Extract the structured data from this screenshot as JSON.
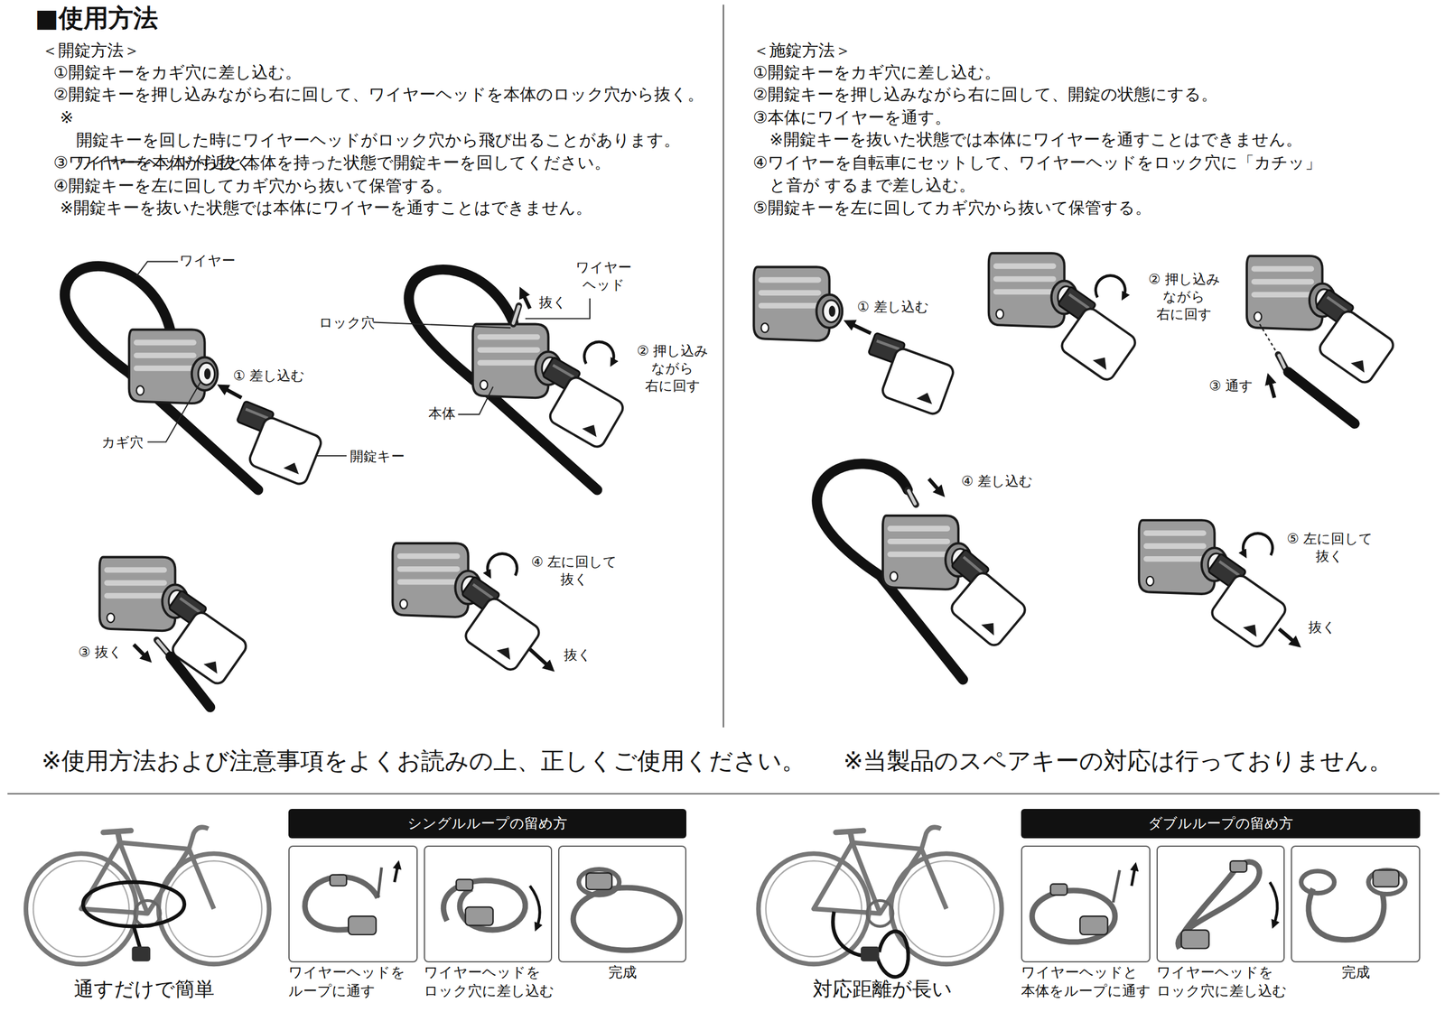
{
  "diagram": {
    "title": "■使用方法",
    "nodes": [
      {
        "text": [
          "シングルループの留め方"
        ]
      },
      {
        "text": [
          "ワイヤーヘッドを ループに通す"
        ]
      },
      {
        "text": [
          "ワイヤーヘッドを ロック穴に差し込む"
        ]
      },
      {
        "text": [
          "完成"
        ]
      },
      {
        "text": [
          "ダブルループの留め方"
        ]
      },
      {
        "text": [
          "ワイヤーヘッドと 本体をループに通す"
        ]
      },
      {
        "text": [
          "ワイヤーヘッドを ロック穴に差し込む"
        ]
      },
      {
        "text": [
          "完成"
        ]
      }
    ],
    "labels": [
      "＜開錠方法＞",
      "①開錠キーをカギ穴に差し込む。",
      "②開錠キーを押し込みながら右に回して、ワイヤーヘッドを本体のロック穴から抜く。",
      "※開錠キーを回した時にワイヤーヘッドがロック穴から飛び出ることがあります。 ワイヤーヘッド付近と本体を持った状態で開錠キーを回してください。",
      "③ワイヤーを本体から抜く。",
      "④開錠キーを左に回してカギ穴から抜いて保管する。",
      "※開錠キーを抜いた状態では本体にワイヤーを通すことはできません。",
      "＜施錠方法＞",
      "①開錠キーをカギ穴に差し込む。",
      "②開錠キーを押し込みながら右に回して、開錠の状態にする。",
      "③本体にワイヤーを通す。",
      "※開錠キーを抜いた状態では本体にワイヤーを通すことはできません。",
      "④ワイヤーを自転車にセットして、ワイヤーヘッドをロック穴に「カチッ」と音が するまで差し込む。",
      "⑤開錠キーを左に回してカギ穴から抜いて保管する。",
      "ワイヤー",
      "① 差し込む",
      "カギ穴",
      "開錠キー",
      "ワイヤー ヘッド",
      "抜く",
      "ロック穴",
      "② 押し込み ながら 右に回す",
      "本体",
      "③ 抜く",
      "④ 左に回して 抜く",
      "抜く",
      "① 差し込む",
      "② 押し込み ながら 右に回す",
      "③ 通す",
      "④ 差し込む",
      "⑤ 左に回して 抜く",
      "抜く",
      "※使用方法および注意事項をよくお読みの上、正しくご使用ください。",
      "※当製品のスペアキーの対応は行っておりません。",
      "通すだけで簡単",
      "対応距離が長い"
    ]
  }
}
